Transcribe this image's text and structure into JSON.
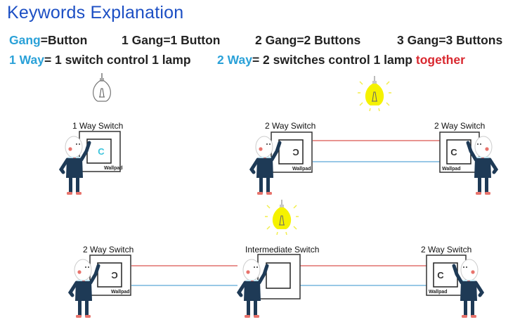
{
  "title": "Keywords Explanation",
  "definitions": {
    "row1": [
      {
        "key": "Gang",
        "rest": "=Button"
      },
      {
        "key": "",
        "rest": "1 Gang=1 Button"
      },
      {
        "key": "",
        "rest": "2 Gang=2 Buttons"
      },
      {
        "key": "",
        "rest": "3 Gang=3 Buttons"
      }
    ],
    "row2": [
      {
        "key": "1 Way",
        "rest": "= 1 switch control 1 lamp"
      },
      {
        "key": "2 Way",
        "rest": "= 2 switches control 1 lamp ",
        "emphasis": "together"
      }
    ]
  },
  "colors": {
    "title": "#1c4fc4",
    "keyword": "#2aa1d8",
    "emphasis": "#d9282f",
    "wire_live": "#d9534f",
    "wire_neutral": "#5aa6d6",
    "lamp_on": "#f5f200",
    "suit": "#1e3a56"
  },
  "diagrams": {
    "one_way": {
      "label": "1 Way Switch",
      "plate": "Wallpad",
      "lamp_state": "off",
      "button_glyph": "C"
    },
    "two_way": {
      "lamp_state": "on",
      "left": {
        "label": "2 Way Switch",
        "plate": "Wallpad",
        "button_glyph": "C"
      },
      "right": {
        "label": "2 Way Switch",
        "plate": "Wallpad",
        "button_glyph": "C"
      }
    },
    "three_way": {
      "lamp_state": "on",
      "left": {
        "label": "2 Way Switch",
        "plate": "Wallpad",
        "button_glyph": "C"
      },
      "middle": {
        "label": "Intermediate Switch"
      },
      "right": {
        "label": "2 Way Switch",
        "plate": "Wallpad",
        "button_glyph": "C"
      }
    }
  }
}
